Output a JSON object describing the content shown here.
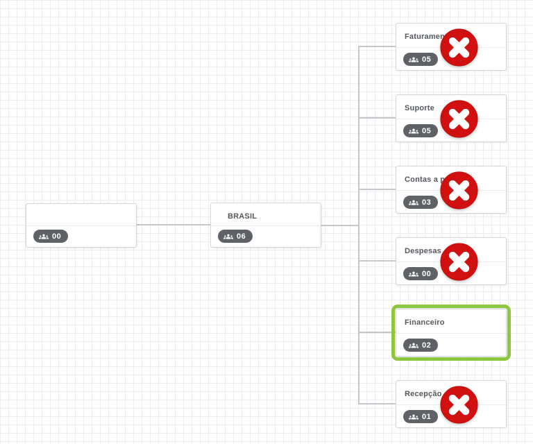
{
  "colors": {
    "line": "#c6c6cb",
    "grid": "#ededf1",
    "node_border": "#d6d6da",
    "badge_bg": "#5e6166",
    "title_text": "#54585e",
    "selected_green": "#8dc63f",
    "error_red": "#d11010",
    "error_red_dark": "#bd0d0d"
  },
  "icons": {
    "badge_icon": "people-group-icon",
    "error_icon": "cancel-x-icon"
  },
  "tree": {
    "root": {
      "title": "",
      "count": "00"
    },
    "brasil": {
      "title": "BRASIL",
      "count": "06"
    },
    "children": [
      {
        "title": "Faturamento",
        "count": "05",
        "error": true,
        "selected": false
      },
      {
        "title": "Suporte",
        "count": "05",
        "error": true,
        "selected": false
      },
      {
        "title": "Contas a pagar",
        "count": "03",
        "error": true,
        "selected": false
      },
      {
        "title": "Despesas",
        "count": "00",
        "error": true,
        "selected": false
      },
      {
        "title": "Financeiro",
        "count": "02",
        "error": false,
        "selected": true
      },
      {
        "title": "Recepção",
        "count": "01",
        "error": true,
        "selected": false
      }
    ]
  }
}
